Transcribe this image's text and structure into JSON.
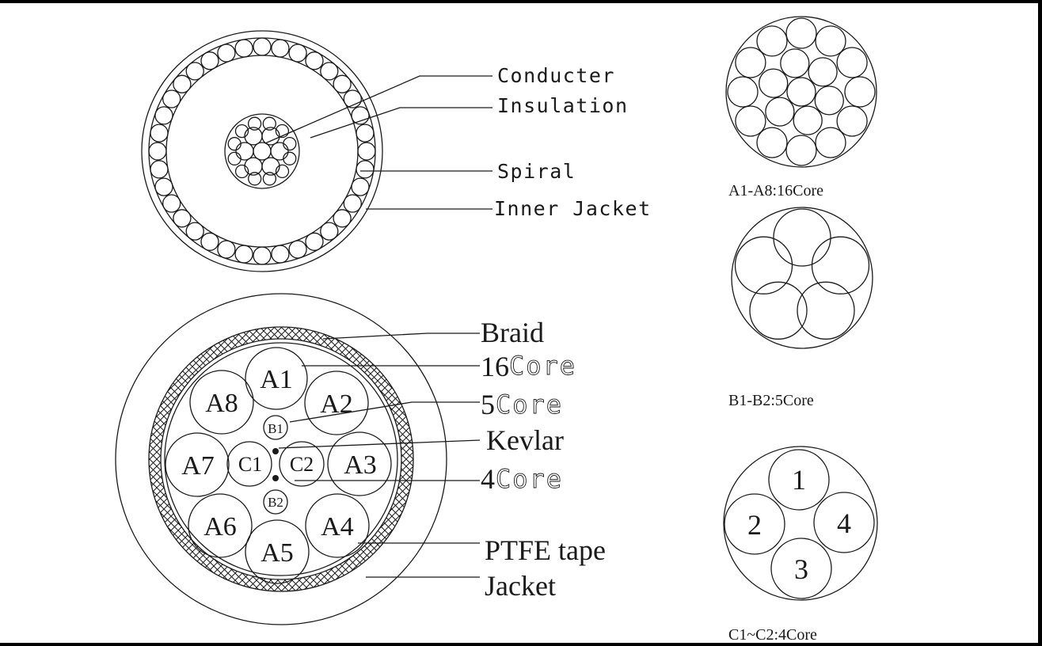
{
  "top_diagram": {
    "labels": {
      "conductor": "Conducter",
      "insulation": "Insulation",
      "spiral": "Spiral",
      "inner_jacket": "Inner Jacket"
    }
  },
  "bottom_diagram": {
    "cores": {
      "a1": "A1",
      "a2": "A2",
      "a3": "A3",
      "a4": "A4",
      "a5": "A5",
      "a6": "A6",
      "a7": "A7",
      "a8": "A8",
      "b1": "B1",
      "b2": "B2",
      "c1": "C1",
      "c2": "C2"
    },
    "labels": {
      "braid": "Braid",
      "core16_num": "16",
      "core16_word": "Core",
      "core5_num": "5",
      "core5_word": "Core",
      "kevlar": "Kevlar",
      "core4_num": "4",
      "core4_word": "Core",
      "ptfe_tape": "PTFE tape",
      "jacket": "Jacket"
    }
  },
  "details": {
    "a_caption": "A1-A8:16Core",
    "b_caption": "B1-B2:5Core",
    "c_caption": "C1~C2:4Core",
    "c_numbers": {
      "n1": "1",
      "n2": "2",
      "n3": "3",
      "n4": "4"
    }
  }
}
